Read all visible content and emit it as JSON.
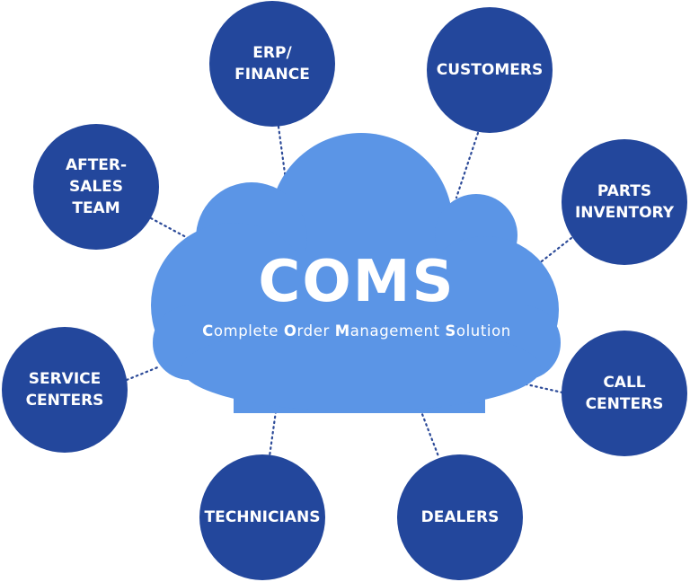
{
  "hub": {
    "title": "COMS",
    "subtitle_parts": [
      {
        "text": "C",
        "bold": true
      },
      {
        "text": "omplete ",
        "bold": false
      },
      {
        "text": "O",
        "bold": true
      },
      {
        "text": "rder ",
        "bold": false
      },
      {
        "text": "M",
        "bold": true
      },
      {
        "text": "anagement ",
        "bold": false
      },
      {
        "text": "S",
        "bold": true
      },
      {
        "text": "olution",
        "bold": false
      }
    ]
  },
  "nodes": {
    "erp": "ERP/\nFINANCE",
    "customers": "CUSTOMERS",
    "after_sales": "AFTER-SALES\nTEAM",
    "parts_inventory": "PARTS\nINVENTORY",
    "service_centers": "SERVICE\nCENTERS",
    "call_centers": "CALL\nCENTERS",
    "technicians": "TECHNICIANS",
    "dealers": "DEALERS"
  },
  "colors": {
    "node_fill": "#23479c",
    "cloud_fill": "#5b95e6",
    "connector": "#2c4a98",
    "text": "#ffffff"
  }
}
